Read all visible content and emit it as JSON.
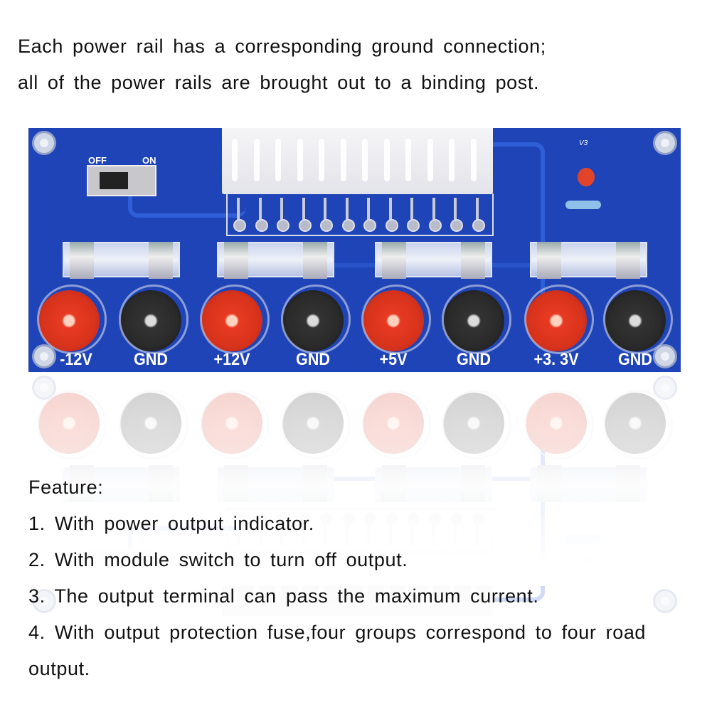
{
  "header": {
    "line1": "Each power rail has a corresponding ground connection;",
    "line2": "all of the power rails are brought out to a binding post."
  },
  "board": {
    "switch_off": "OFF",
    "switch_on": "ON",
    "silk_v3": "V3",
    "terminals": [
      {
        "label": "-12V",
        "color": "red"
      },
      {
        "label": "GND",
        "color": "black"
      },
      {
        "label": "+12V",
        "color": "red"
      },
      {
        "label": "GND",
        "color": "black"
      },
      {
        "label": "+5V",
        "color": "red"
      },
      {
        "label": "GND",
        "color": "black"
      },
      {
        "label": "+3. 3V",
        "color": "red"
      },
      {
        "label": "GND",
        "color": "black"
      }
    ],
    "board_color": "#1f44b8"
  },
  "features": {
    "title": "Feature:",
    "items": [
      "1. With power output indicator.",
      "2. With module switch to turn off output.",
      "3. The output terminal can pass the maximum current.",
      "4. With output protection fuse,four groups correspond to four road",
      "output."
    ]
  }
}
